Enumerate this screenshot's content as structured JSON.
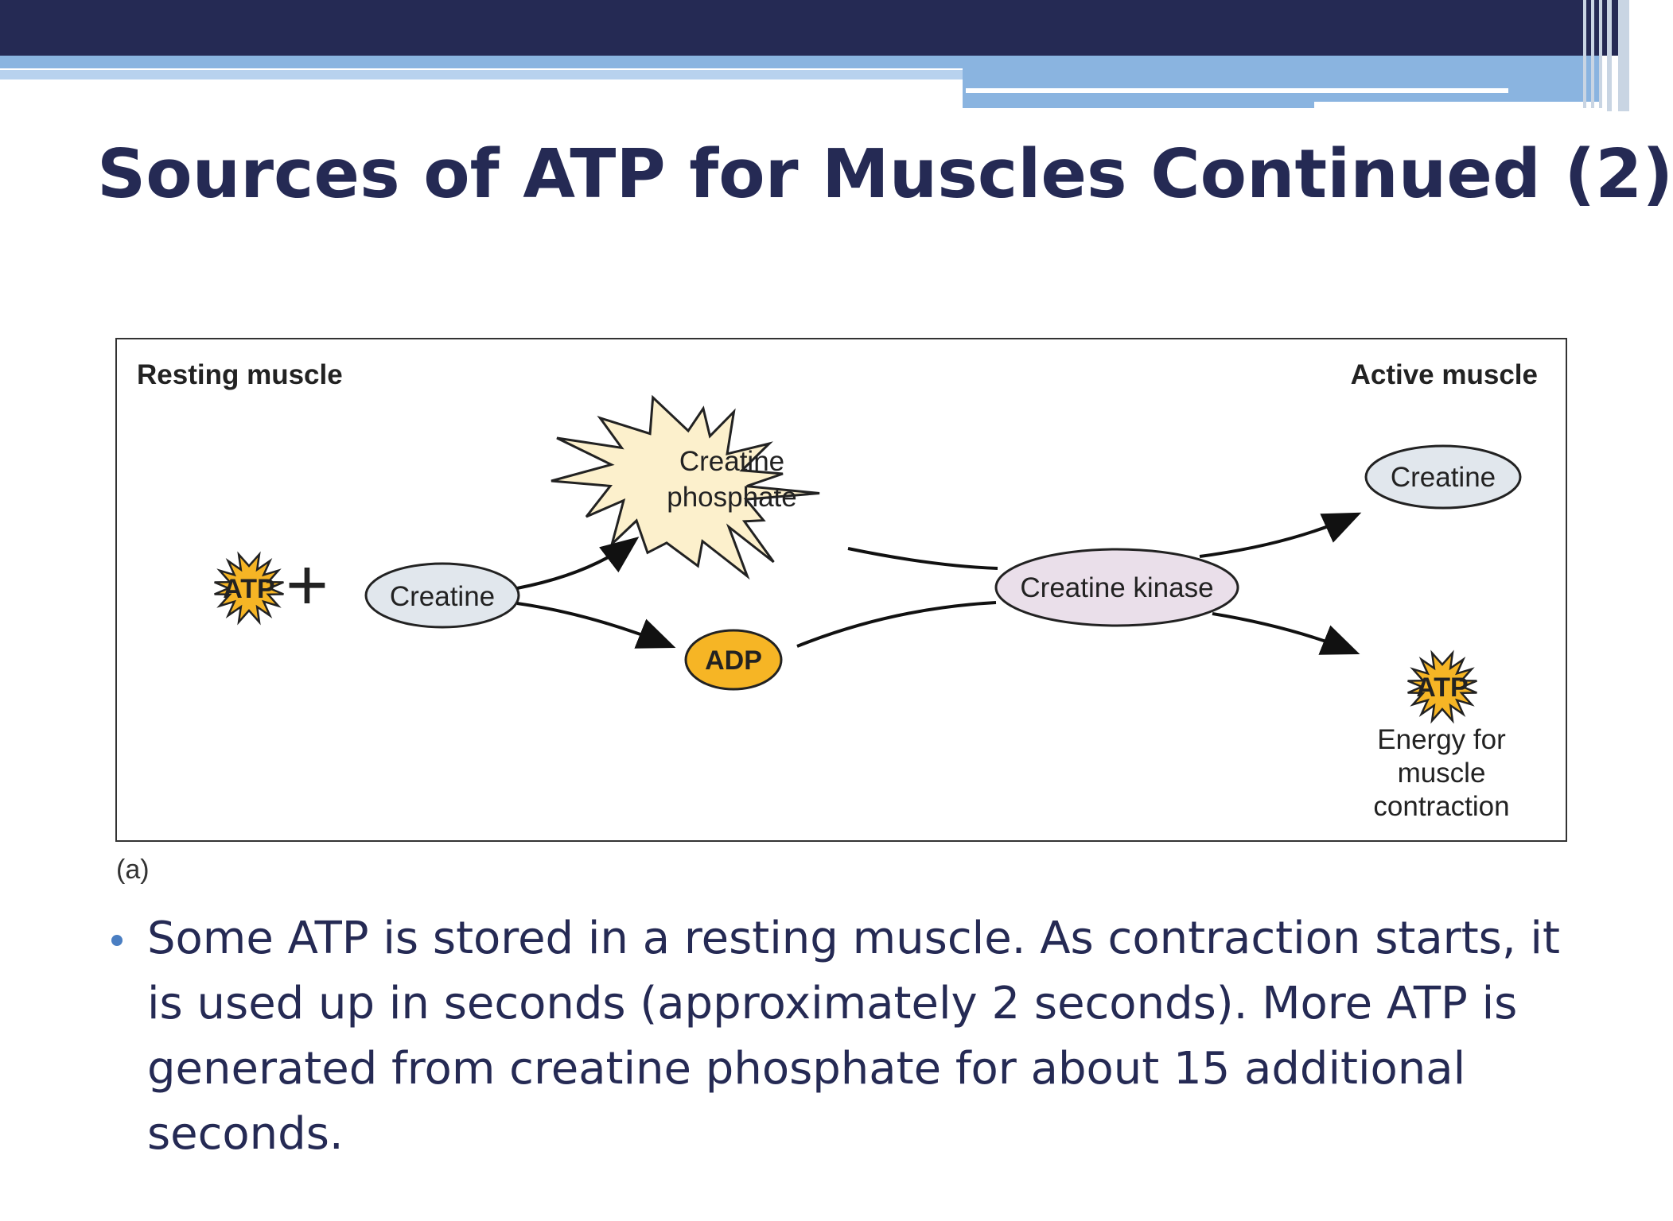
{
  "slide": {
    "title": "Sources of ATP for Muscles Continued (2)",
    "colors": {
      "title": "#252a54",
      "header_dark": "#252a54",
      "header_light": "#8ab4e0",
      "bullet": "#4a7ec2"
    }
  },
  "figure": {
    "resting_label": "Resting muscle",
    "active_label": "Active muscle",
    "atp_label": "ATP",
    "plus_sign": "+",
    "creatine_label": "Creatine",
    "creatine_phosphate_line1": "Creatine",
    "creatine_phosphate_line2": "phosphate",
    "adp_label": "ADP",
    "creatine_kinase_label": "Creatine kinase",
    "active_creatine_label": "Creatine",
    "active_atp_label": "ATP",
    "energy_line1": "Energy for",
    "energy_line2": "muscle",
    "energy_line3": "contraction",
    "panel_label": "(a)"
  },
  "bullets": [
    {
      "lines": [
        "Some ATP is stored in a resting muscle. As contraction starts, it",
        "is used up in seconds (approximately 2 seconds). More ATP is",
        "generated from creatine phosphate for about 15 additional",
        "seconds."
      ]
    }
  ]
}
